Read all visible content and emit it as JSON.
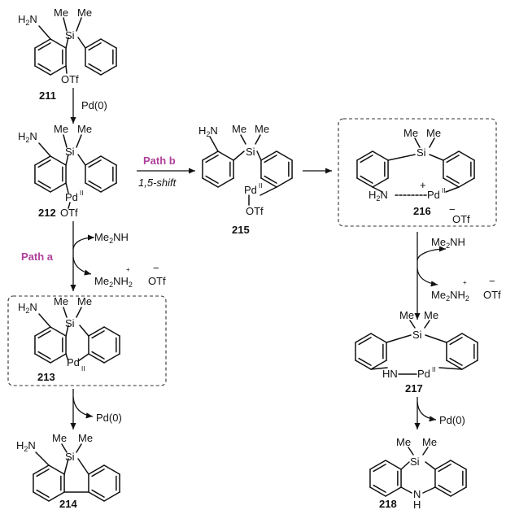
{
  "compounds": {
    "c211": {
      "number": "211",
      "amine": "H2N",
      "me1": "Me",
      "me2": "Me",
      "si": "Si",
      "leaving": "OTf"
    },
    "c212": {
      "number": "212",
      "amine": "H2N",
      "me1": "Me",
      "me2": "Me",
      "si": "Si",
      "pd": "Pd",
      "pd_ox": "II",
      "leaving": "OTf"
    },
    "c215": {
      "number": "215",
      "amine": "H2N",
      "me1": "Me",
      "me2": "Me",
      "si": "Si",
      "pd": "Pd",
      "pd_ox": "II",
      "leaving": "OTf"
    },
    "c216": {
      "number": "216",
      "me1": "Me",
      "me2": "Me",
      "si": "Si",
      "amine": "H2N",
      "pd": "Pd",
      "pd_ox": "II",
      "charge": "+",
      "counter_charge": "−",
      "counter": "OTf"
    },
    "c213": {
      "number": "213",
      "amine": "H2N",
      "me1": "Me",
      "me2": "Me",
      "si": "Si",
      "pd": "Pd",
      "pd_ox": "II"
    },
    "c214": {
      "number": "214",
      "amine": "H2N",
      "me1": "Me",
      "me2": "Me",
      "si": "Si"
    },
    "c217": {
      "number": "217",
      "me1": "Me",
      "me2": "Me",
      "si": "Si",
      "nh": "HN",
      "pd": "Pd",
      "pd_ox": "II"
    },
    "c218": {
      "number": "218",
      "me1": "Me",
      "me2": "Me",
      "si": "Si",
      "n": "N",
      "h": "H"
    }
  },
  "reagents": {
    "pd0_step1": "Pd(0)",
    "path_b_label": "Path b",
    "path_b_condition": "1,5-shift",
    "path_a_label": "Path a",
    "me2nh": "Me2NH",
    "byproduct_ammonium": "Me2NH2",
    "byproduct_plus": "+",
    "byproduct_minus": "−",
    "byproduct_otf": "OTf",
    "pd0_left": "Pd(0)",
    "pd0_right": "Pd(0)"
  },
  "colors": {
    "path_label": "#b0409a",
    "ink": "#111111"
  }
}
